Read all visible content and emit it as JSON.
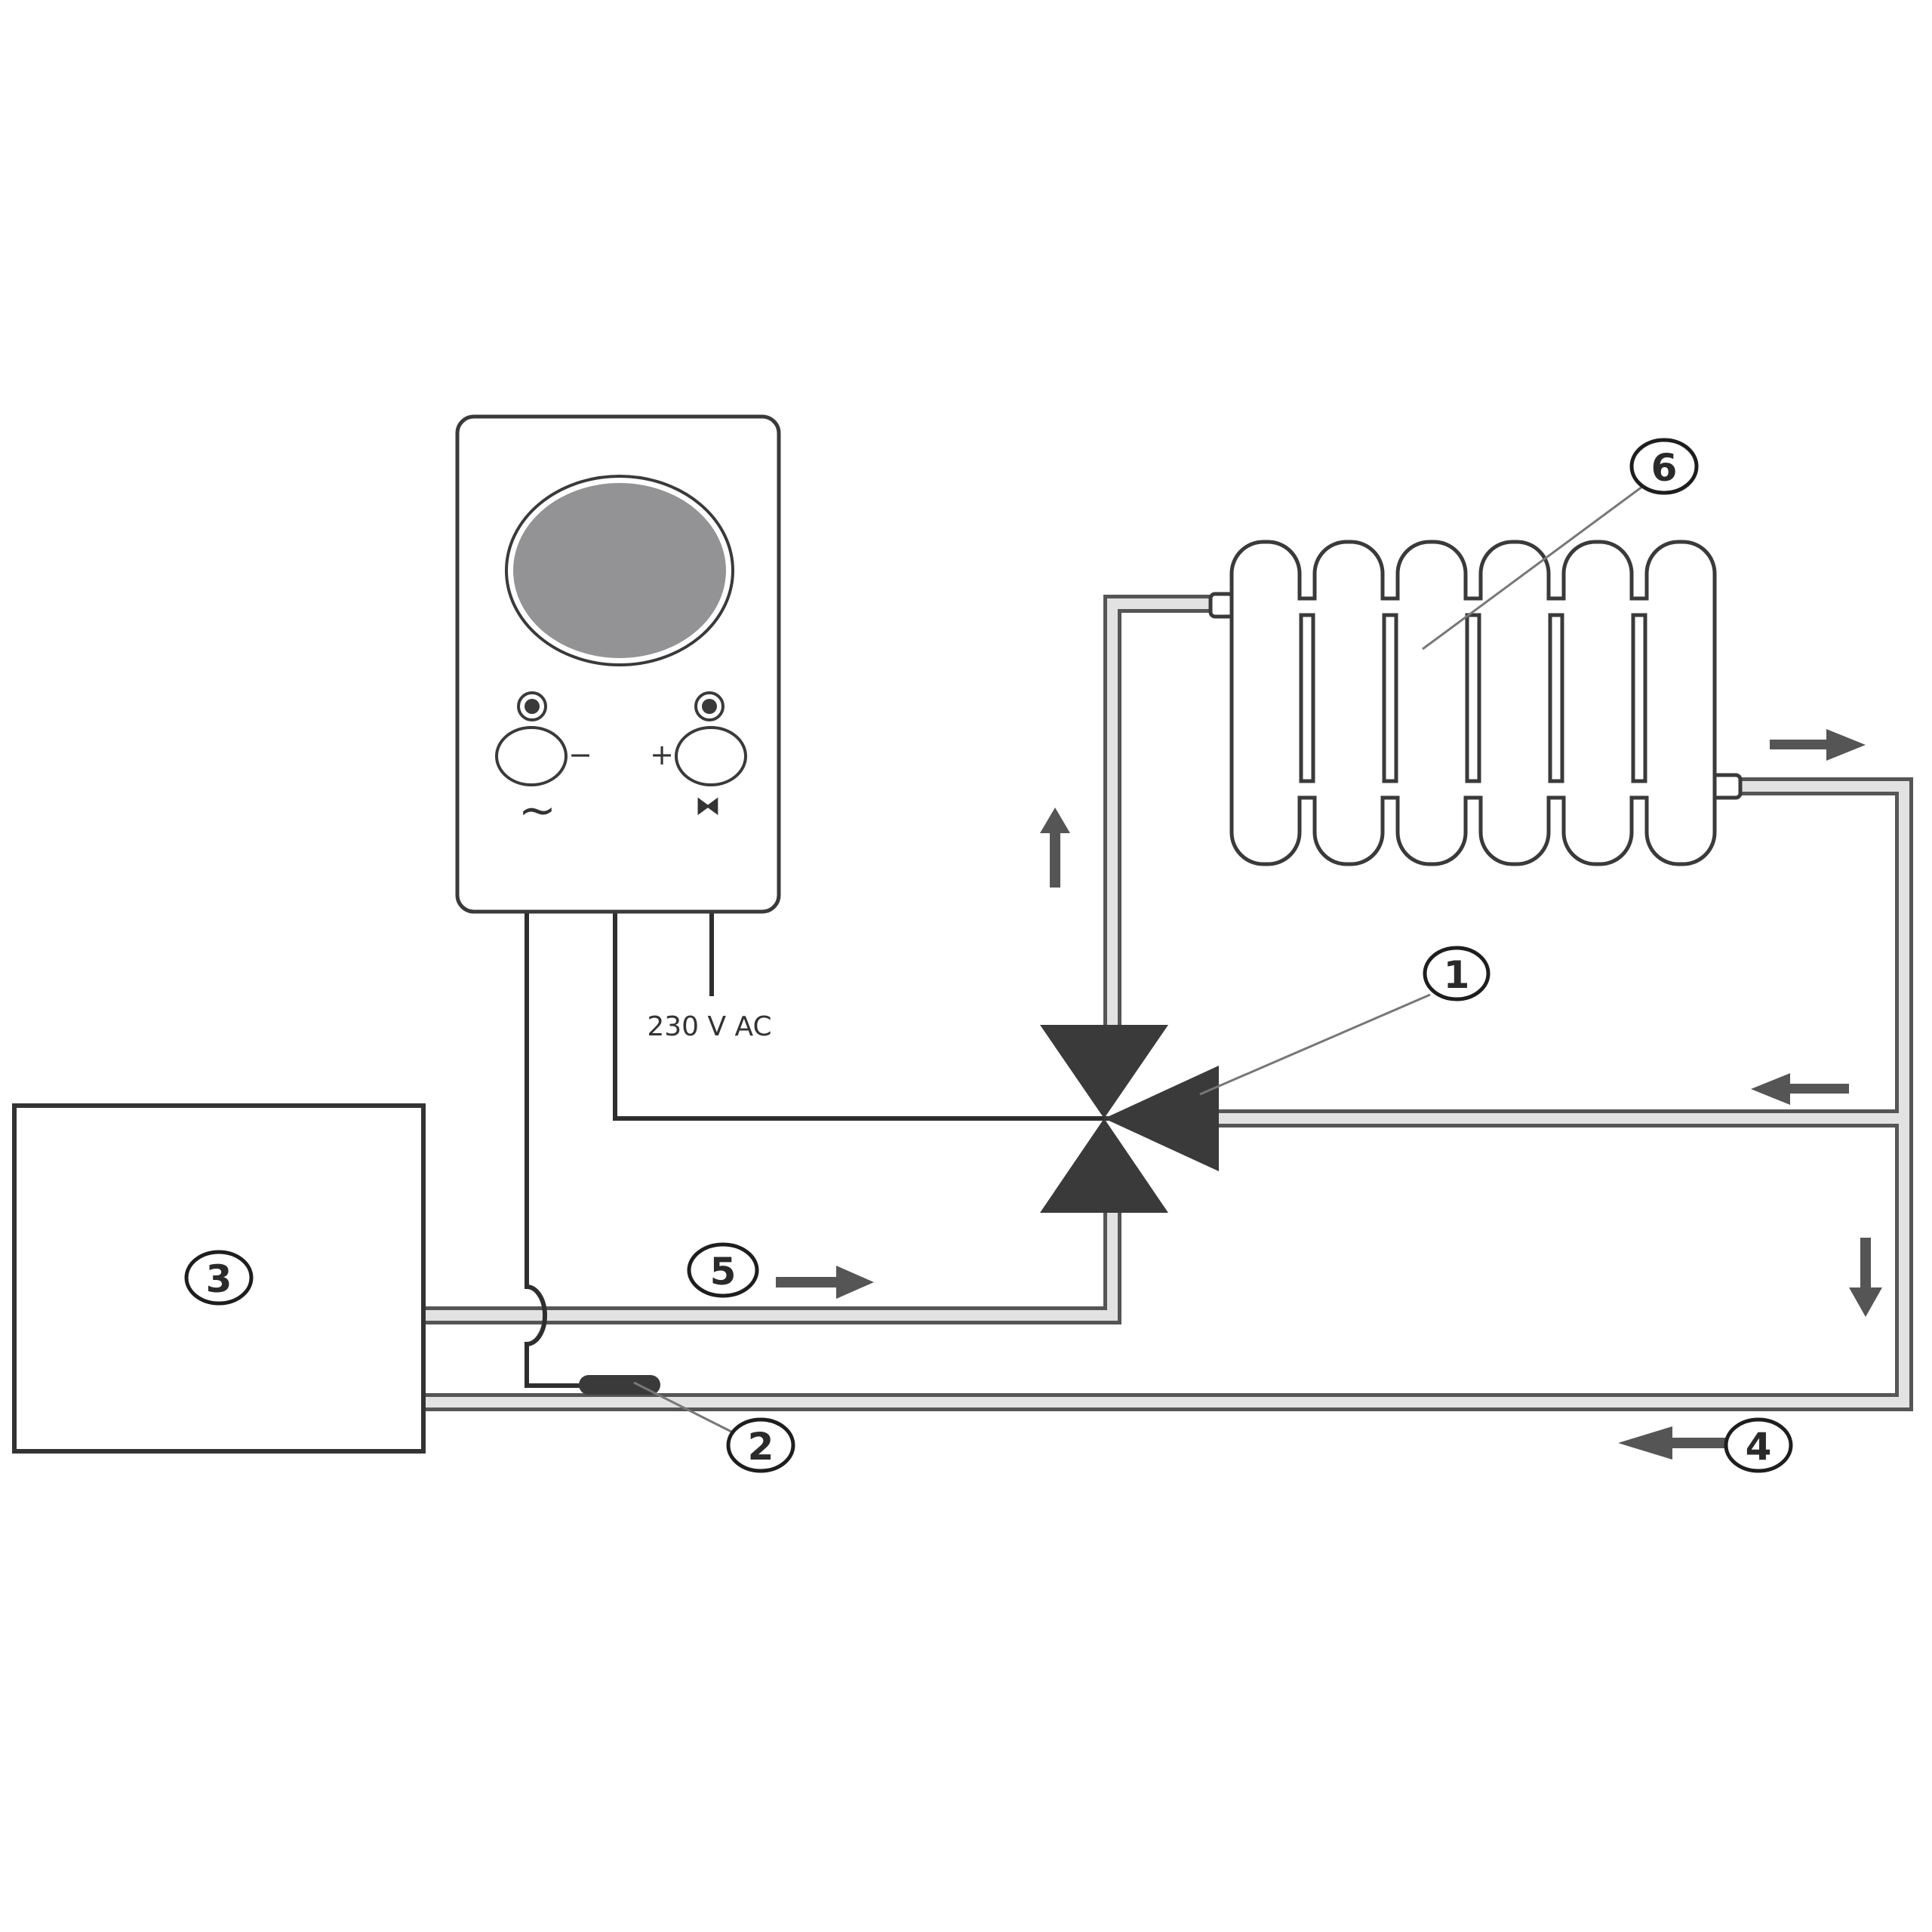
{
  "diagram": {
    "supply_voltage_label": "230 V AC",
    "controller": {
      "minus_symbol": "−",
      "plus_symbol": "+",
      "mode_left_symbol": "~",
      "mode_right_symbol": "⧓"
    },
    "callouts": [
      {
        "number": "1"
      },
      {
        "number": "2"
      },
      {
        "number": "3"
      },
      {
        "number": "4"
      },
      {
        "number": "5"
      },
      {
        "number": "6"
      }
    ],
    "colors": {
      "pipe_outline": "#555555",
      "pipe_fill": "#e2e2e2",
      "valve": "#3a3a3a",
      "dial": "#939396"
    }
  }
}
